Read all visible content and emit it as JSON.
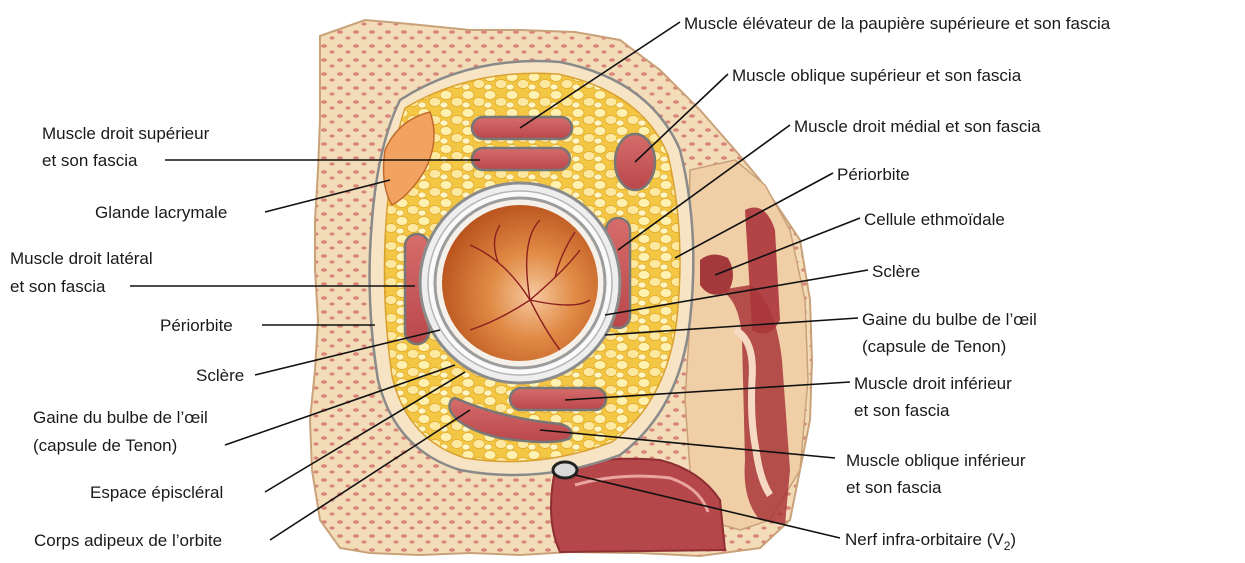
{
  "labels": {
    "levator": "Muscle élévateur de la paupière supérieure et son fascia",
    "sup_oblique": "Muscle oblique supérieur et son fascia",
    "med_rectus": "Muscle droit médial et son fascia",
    "periorbite_r": "Périorbite",
    "ethmoid": "Cellule ethmoïdale",
    "sclera_r": "Sclère",
    "tenon_r_1": "Gaine du bulbe de l’œil",
    "tenon_r_2": "(capsule de Tenon)",
    "inf_rectus_1": "Muscle droit inférieur",
    "inf_rectus_2": "et son fascia",
    "inf_oblique_1": "Muscle oblique inférieur",
    "inf_oblique_2": "et son fascia",
    "infraorbital_nerve": "Nerf infra-orbitaire (V",
    "infraorbital_sub": "2",
    "infraorbital_close": ")",
    "sup_rectus_1": "Muscle droit supérieur",
    "sup_rectus_2": "et son fascia",
    "lacrimal": "Glande lacrymale",
    "lat_rectus_1": "Muscle droit latéral",
    "lat_rectus_2": "et son fascia",
    "periorbite_l": "Périorbite",
    "sclera_l": "Sclère",
    "tenon_l_1": "Gaine du bulbe de l’œil",
    "tenon_l_2": "(capsule de Tenon)",
    "episcleral": "Espace épiscléral",
    "fat_body": "Corps adipeux de l’orbite"
  },
  "colors": {
    "bone": "#f1d9b3",
    "bone_marrow": "#d77a72",
    "fat": "#f2c94a",
    "fat_light": "#fbe9a0",
    "muscle": "#c8575a",
    "globe": "#d9782e",
    "fascia": "#9a9a9a",
    "sinus": "#a33a3a"
  }
}
